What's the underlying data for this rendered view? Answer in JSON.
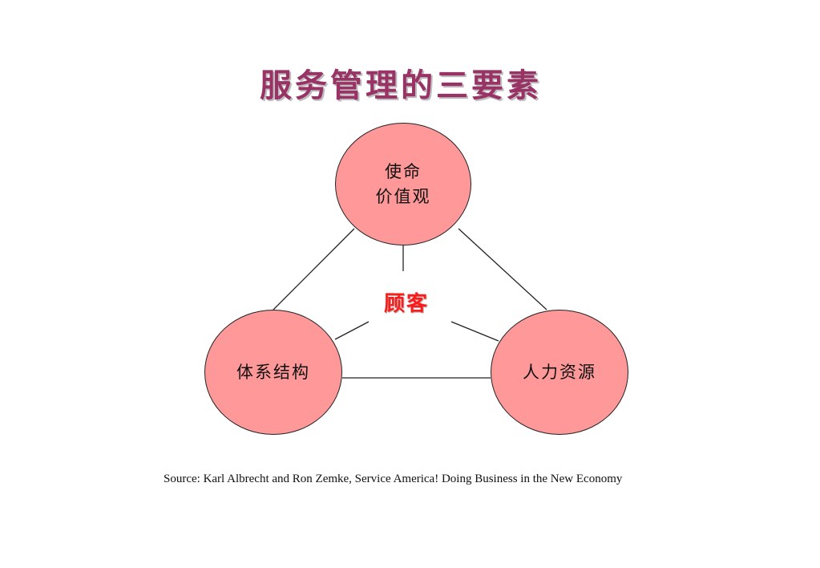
{
  "title": "服务管理的三要素",
  "nodes": {
    "top": {
      "line1": "使命",
      "line2": "价值观"
    },
    "left": {
      "label": "体系结构"
    },
    "right": {
      "label": "人力资源"
    }
  },
  "center": {
    "label": "顾客"
  },
  "source": "Source: Karl Albrecht and Ron Zemke, Service America! Doing Business in the New Economy",
  "colors": {
    "title": "#993366",
    "node_fill": "#ff9999",
    "center_text": "#ff1a1a",
    "connector": "#222222"
  }
}
